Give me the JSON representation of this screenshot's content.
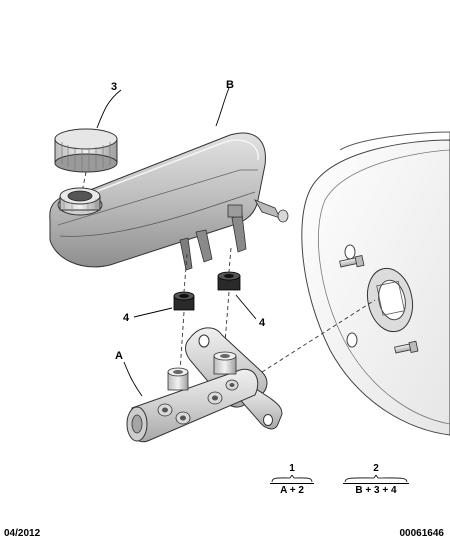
{
  "callouts": {
    "c3": "3",
    "cB": "B",
    "c4_left": "4",
    "c4_right": "4",
    "cA": "A"
  },
  "legend": [
    {
      "number": "1",
      "content": "A + 2"
    },
    {
      "number": "2",
      "content": "B + 3 + 4"
    }
  ],
  "footer": {
    "date": "04/2012",
    "reference": "00061646"
  }
}
